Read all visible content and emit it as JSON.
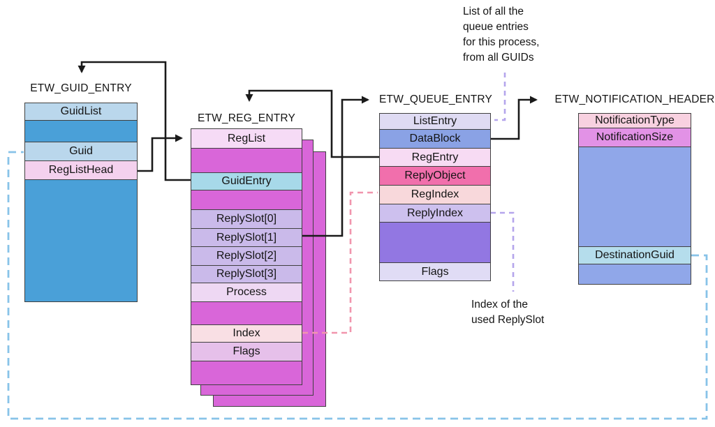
{
  "diagram": {
    "notes": {
      "queue_list_note": "List of all the\nqueue entries\nfor this process,\nfrom all GUIDs",
      "reply_slot_note": "Index of the\nused ReplySlot"
    },
    "colors": {
      "solid_arrow": "#1a1a1a",
      "dashed_blue": "#88c3e8",
      "dashed_pink": "#f195ad",
      "dashed_purple": "#b5a5ec",
      "box_border": "#404040",
      "stack_fill": "#d966d9"
    },
    "structs": {
      "guid_entry": {
        "title": "ETW_GUID_ENTRY",
        "rows": [
          {
            "label": "GuidList",
            "bg": "#bad7ec"
          },
          {
            "label": "",
            "bg": "#4aa0d8"
          },
          {
            "label": "Guid",
            "bg": "#bad7ec"
          },
          {
            "label": "RegListHead",
            "bg": "#f4d1ee"
          },
          {
            "label": "",
            "bg": "#4aa0d8"
          }
        ]
      },
      "reg_entry": {
        "title": "ETW_REG_ENTRY",
        "rows": [
          {
            "label": "RegList",
            "bg": "#f6dbf6"
          },
          {
            "label": "",
            "bg": "#d966d9"
          },
          {
            "label": "GuidEntry",
            "bg": "#a7d9e9"
          },
          {
            "label": "",
            "bg": "#d966d9"
          },
          {
            "label": "ReplySlot[0]",
            "bg": "#cabaea"
          },
          {
            "label": "ReplySlot[1]",
            "bg": "#cabaea"
          },
          {
            "label": "ReplySlot[2]",
            "bg": "#cabaea"
          },
          {
            "label": "ReplySlot[3]",
            "bg": "#cabaea"
          },
          {
            "label": "Process",
            "bg": "#eed8f3"
          },
          {
            "label": "",
            "bg": "#d966d9"
          },
          {
            "label": "Index",
            "bg": "#f9dfe4"
          },
          {
            "label": "Flags",
            "bg": "#e6c0ea"
          },
          {
            "label": "",
            "bg": "#d966d9"
          }
        ]
      },
      "queue_entry": {
        "title": "ETW_QUEUE_ENTRY",
        "rows": [
          {
            "label": "ListEntry",
            "bg": "#dfdbf3"
          },
          {
            "label": "DataBlock",
            "bg": "#8aa2e5"
          },
          {
            "label": "RegEntry",
            "bg": "#f7dbf3"
          },
          {
            "label": "ReplyObject",
            "bg": "#f16fac"
          },
          {
            "label": "RegIndex",
            "bg": "#f8d8db"
          },
          {
            "label": "ReplyIndex",
            "bg": "#cdc0ee"
          },
          {
            "label": "",
            "bg": "#9277e2"
          },
          {
            "label": "Flags",
            "bg": "#e0dcf5"
          }
        ]
      },
      "notification_header": {
        "title": "ETW_NOTIFICATION_HEADER",
        "rows": [
          {
            "label": "NotificationType",
            "bg": "#f8d1e0"
          },
          {
            "label": "NotificationSize",
            "bg": "#e292e6"
          },
          {
            "label": "",
            "bg": "#90a7e9"
          },
          {
            "label": "DestinationGuid",
            "bg": "#b5ddec"
          },
          {
            "label": "",
            "bg": "#90a7e9"
          }
        ]
      }
    }
  }
}
